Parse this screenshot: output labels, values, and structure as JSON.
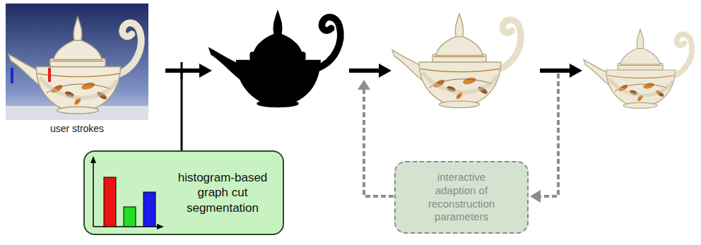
{
  "diagram": {
    "nodes": [
      {
        "text": [
          "histogram-based graph cut segmentation"
        ]
      },
      {
        "text": [
          "interactive adaption of reconstruction parameters"
        ]
      }
    ],
    "labels": [
      "user strokes"
    ]
  }
}
